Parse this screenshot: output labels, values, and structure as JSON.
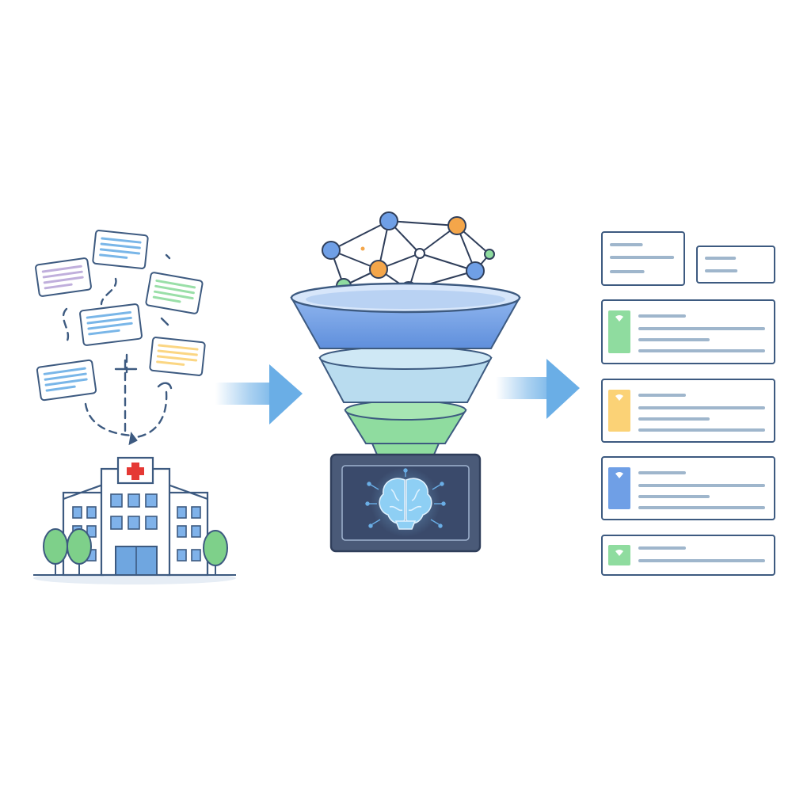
{
  "colors": {
    "outline": "#3d5a80",
    "blue_fill": "#6f9fe6",
    "light_blue": "#b9dcef",
    "green": "#8fdc9f",
    "yellow": "#fbd276",
    "purple": "#b9a6d8",
    "orange": "#f4a64a",
    "hospital_cross": "#e53935",
    "arrow": "#6aaee6",
    "screen_dark": "#3a4a6b",
    "tree": "#7ed08a"
  },
  "icons": {
    "hospital": "hospital-building-icon",
    "documents": "scattered-document-icons",
    "network": "neural-network-nodes-icon",
    "funnel": "data-funnel-icon",
    "brain": "ai-brain-icon",
    "arrows": "flow-arrow-icon",
    "records": "structured-record-cards"
  },
  "diagram": {
    "stages": [
      {
        "name": "unstructured-hospital-data",
        "icon": "hospital-building-icon"
      },
      {
        "name": "ai-processing-funnel",
        "icon": "data-funnel-icon"
      },
      {
        "name": "structured-records",
        "icon": "structured-record-cards"
      }
    ],
    "scattered_documents": [
      {
        "accent": "#b9a6d8"
      },
      {
        "accent": "#6aaee6"
      },
      {
        "accent": "#8fdc9f"
      },
      {
        "accent": "#6aaee6"
      },
      {
        "accent": "#fbd276"
      },
      {
        "accent": "#6aaee6"
      }
    ],
    "network_nodes": [
      {
        "color": "#6f9fe6"
      },
      {
        "color": "#6f9fe6"
      },
      {
        "color": "#f4a64a"
      },
      {
        "color": "#f4a64a"
      },
      {
        "color": "#ffffff"
      },
      {
        "color": "#6f9fe6"
      },
      {
        "color": "#8fdc9f"
      },
      {
        "color": "#d9d4ec"
      },
      {
        "color": "#8fdc9f"
      }
    ],
    "funnel_layers": [
      {
        "color": "#6f9fe6"
      },
      {
        "color": "#b9dcef"
      },
      {
        "color": "#8fdc9f"
      }
    ],
    "output_cards": [
      {
        "type": "plain"
      },
      {
        "type": "plain"
      },
      {
        "type": "tagged",
        "tag_color": "#8fdc9f"
      },
      {
        "type": "tagged",
        "tag_color": "#fbd276"
      },
      {
        "type": "tagged",
        "tag_color": "#6f9fe6"
      },
      {
        "type": "tagged",
        "tag_color": "#8fdc9f"
      }
    ]
  }
}
